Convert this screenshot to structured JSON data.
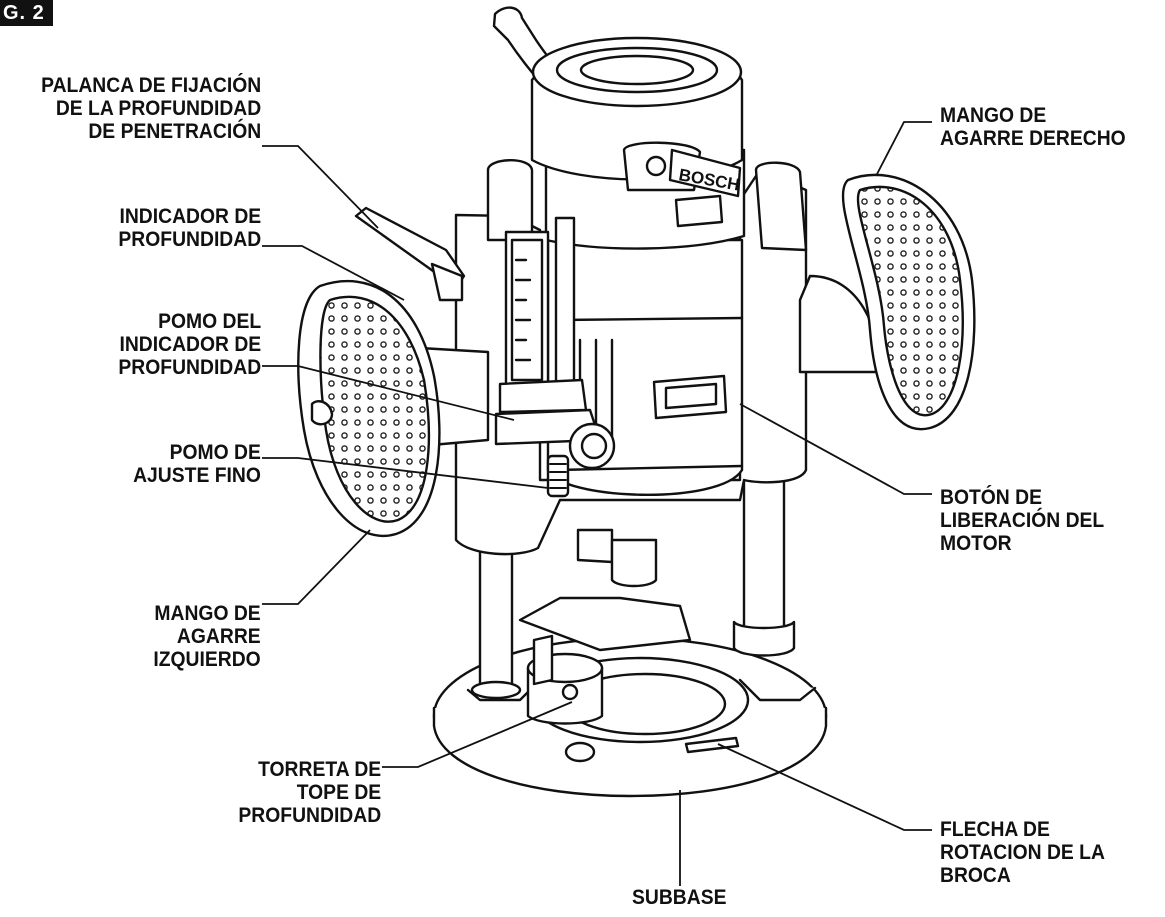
{
  "figure": {
    "tag": "G. 2"
  },
  "tool": {
    "brand": "BOSCH"
  },
  "labels": {
    "palanca": [
      "PALANCA DE FIJACIÓN",
      "DE LA PROFUNDIDAD",
      "DE PENETRACIÓN"
    ],
    "indicador": [
      "INDICADOR DE",
      "PROFUNDIDAD"
    ],
    "pomo_indicador": [
      "POMO DEL",
      "INDICADOR DE",
      "PROFUNDIDAD"
    ],
    "pomo_ajuste": [
      "POMO DE",
      "AJUSTE FINO"
    ],
    "mango_izq": [
      "MANGO DE",
      "AGARRE",
      "IZQUIERDO"
    ],
    "torreta": [
      "TORRETA DE",
      "TOPE DE",
      "PROFUNDIDAD"
    ],
    "subbase": [
      "SUBBASE"
    ],
    "mango_der": [
      "MANGO DE",
      "AGARRE DERECHO"
    ],
    "boton": [
      "BOTÓN DE",
      "LIBERACIÓN DEL",
      "MOTOR"
    ],
    "flecha": [
      "FLECHA DE",
      "ROTACION DE LA",
      "BROCA"
    ]
  }
}
